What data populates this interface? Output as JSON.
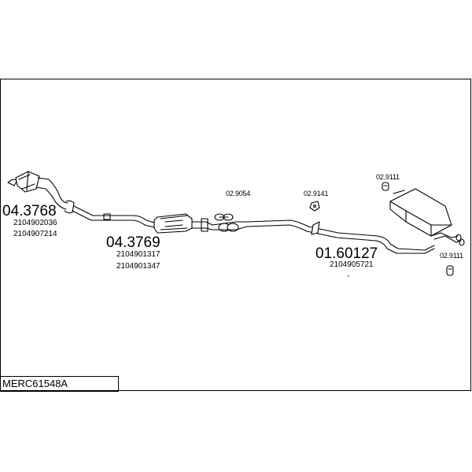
{
  "diagram": {
    "code": "MERC61548A",
    "parts": [
      {
        "number": "04.3768",
        "refs": [
          "2104902036",
          "2104907214"
        ]
      },
      {
        "number": "04.3769",
        "refs": [
          "2104901317",
          "2104901347"
        ]
      },
      {
        "number": "01.60127",
        "refs": [
          "2104905721"
        ]
      },
      {
        "number": "02.9054"
      },
      {
        "number": "02.9141"
      },
      {
        "number": "02.9111"
      },
      {
        "number": "02.9111"
      }
    ]
  }
}
